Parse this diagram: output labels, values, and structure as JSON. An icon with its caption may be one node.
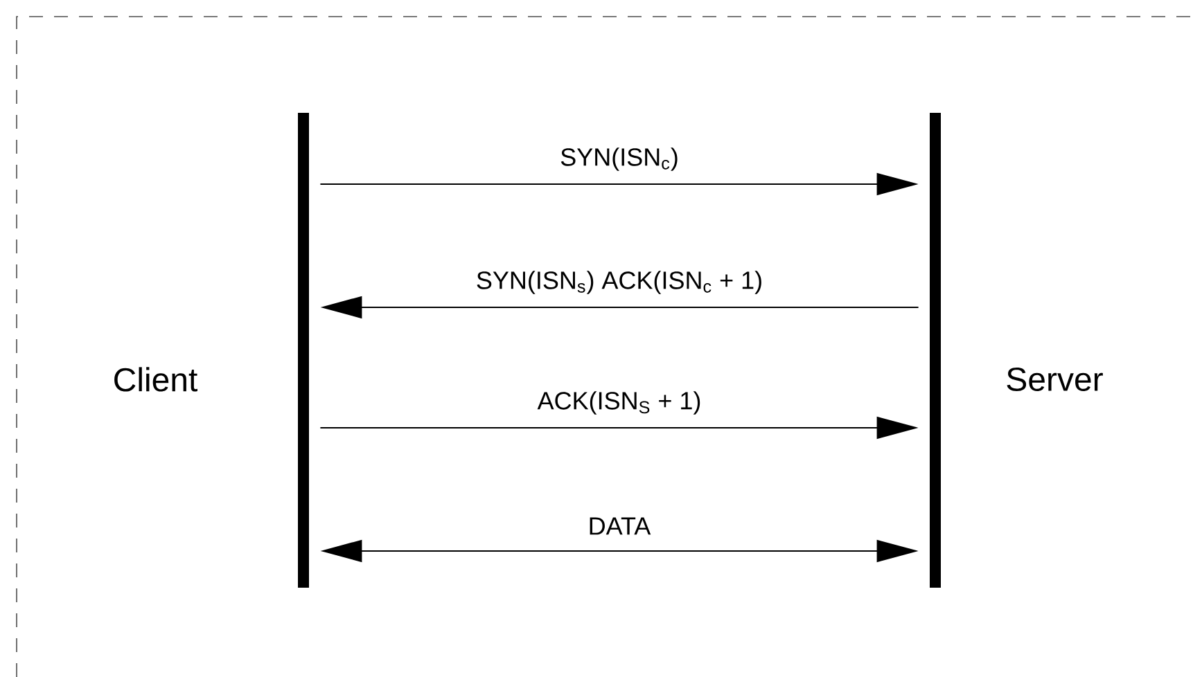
{
  "diagram": {
    "nodes": [
      {
        "text": [],
        "shape": "bar",
        "beside": [
          "Client"
        ]
      },
      {
        "text": [],
        "shape": "bar",
        "beside": [
          "Server"
        ]
      }
    ],
    "edges": [
      {
        "from": 0,
        "to": 1,
        "arrow": "to",
        "label": "SYN(ISN$_{c}$)"
      },
      {
        "from": 1,
        "to": 0,
        "arrow": "to",
        "label": "SYN(ISN$_{s}$) ACK(ISN$_{c}$ + 1)"
      },
      {
        "from": 0,
        "to": 1,
        "arrow": "to",
        "label": "ACK(ISN$_{S}$ + 1)"
      },
      {
        "from": 0,
        "to": 1,
        "arrow": "both",
        "label": "DATA"
      }
    ]
  }
}
